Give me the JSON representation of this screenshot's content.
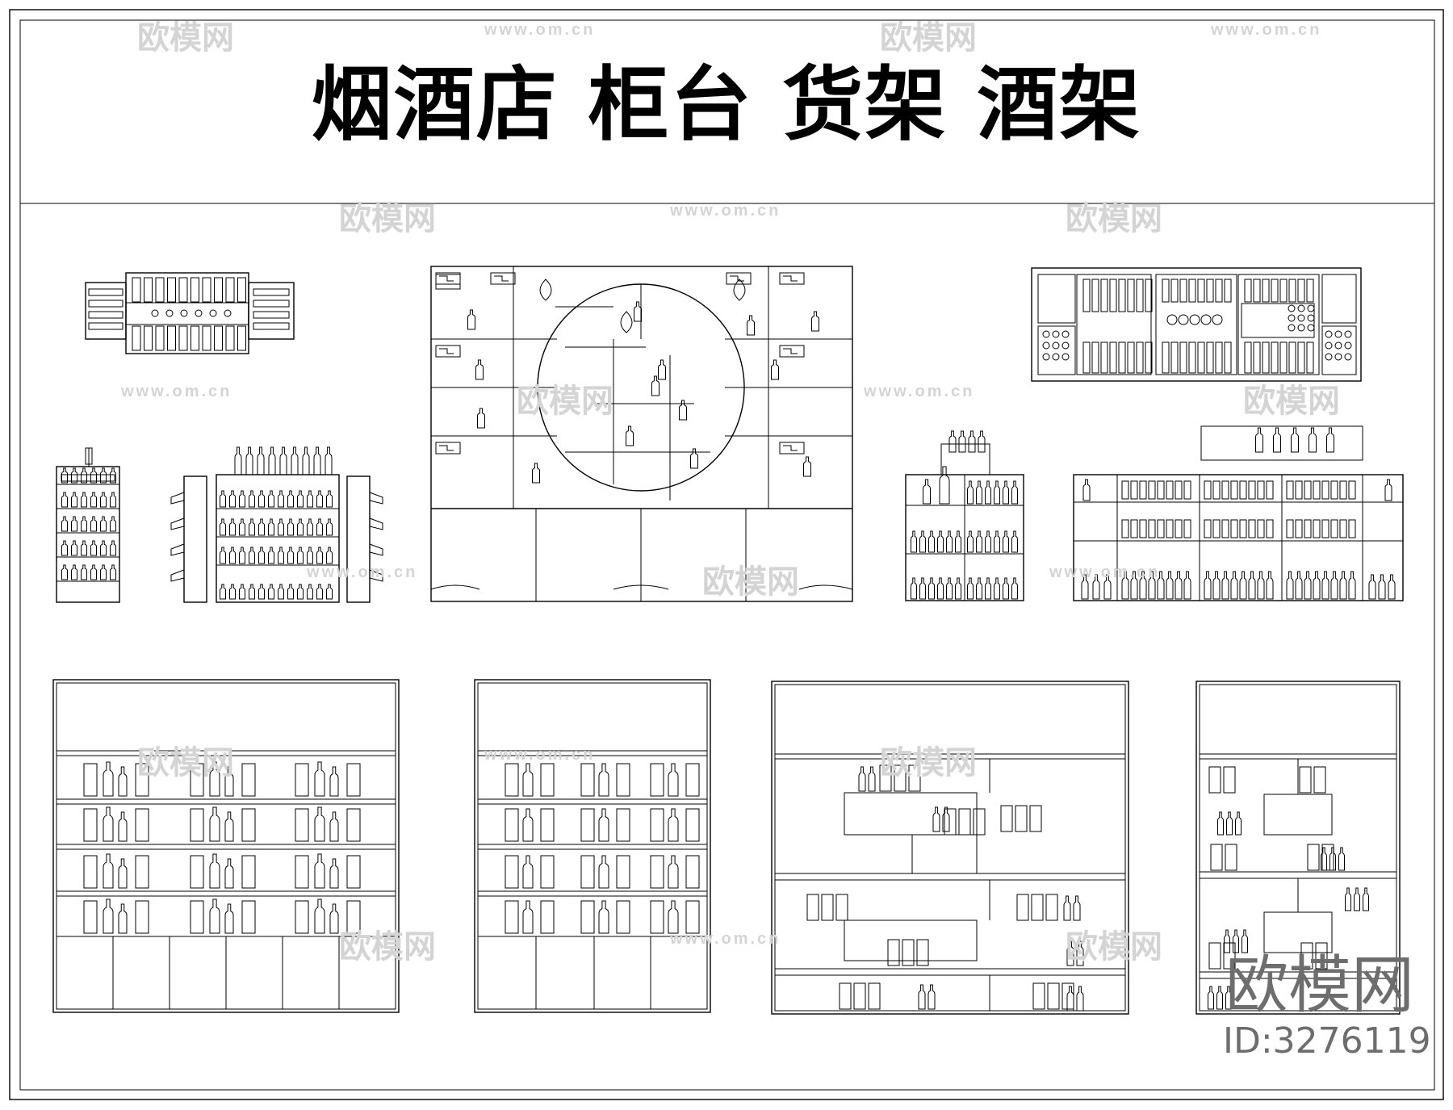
{
  "title": "烟酒店 柜台 货架 酒架",
  "watermark": {
    "logo": "欧模网",
    "url": "www.om.cn"
  },
  "brand": {
    "name": "欧模网",
    "id": "ID:3276119"
  },
  "colors": {
    "line": "#000000",
    "watermark": "#d4d4d4",
    "brand": "#6d6d6d"
  }
}
